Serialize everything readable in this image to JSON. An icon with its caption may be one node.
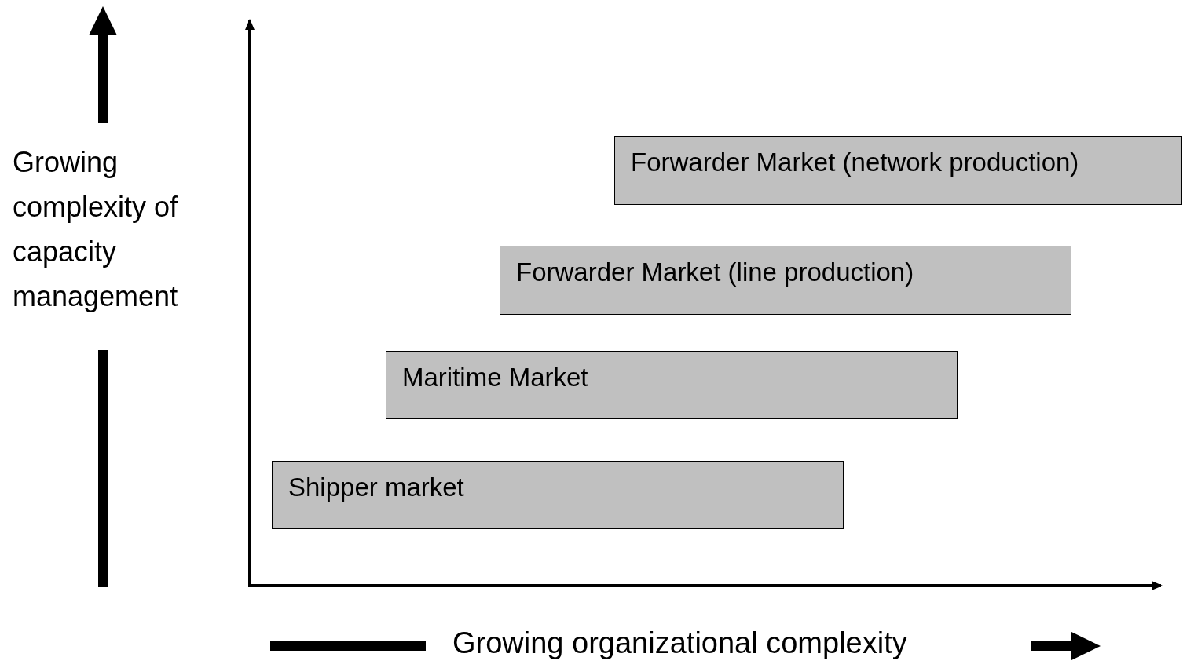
{
  "diagram": {
    "nodes": [
      {
        "text": [
          "Forwarder Market (network production)"
        ]
      },
      {
        "text": [
          "Forwarder Market (line production)"
        ]
      },
      {
        "text": [
          "Maritime Market"
        ]
      },
      {
        "text": [
          "Shipper market"
        ]
      }
    ],
    "labels": [
      "Growing complexity of capacity management",
      "Growing organizational complexity"
    ]
  }
}
